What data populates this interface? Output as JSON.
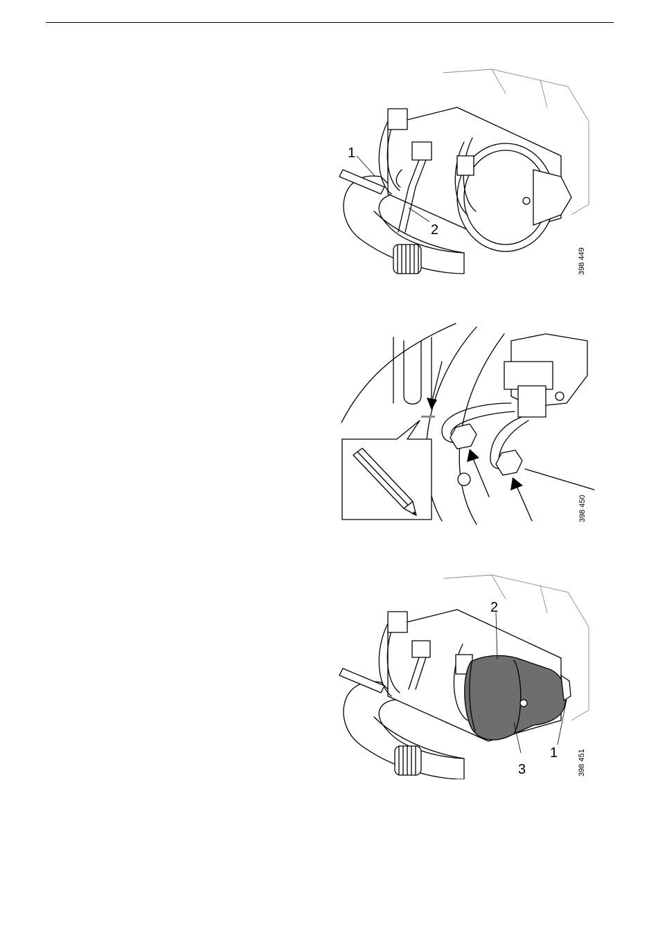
{
  "figures": [
    {
      "figure_number": "398 449",
      "callouts": [
        "1",
        "2"
      ]
    },
    {
      "figure_number": "398 450",
      "callouts": []
    },
    {
      "figure_number": "398 451",
      "callouts": [
        "2",
        "1",
        "3"
      ]
    }
  ],
  "icons": {
    "inset": "pencil-icon"
  },
  "colors": {
    "line": "#000000",
    "highlight_fill": "#6e6e6e",
    "background": "#ffffff"
  }
}
